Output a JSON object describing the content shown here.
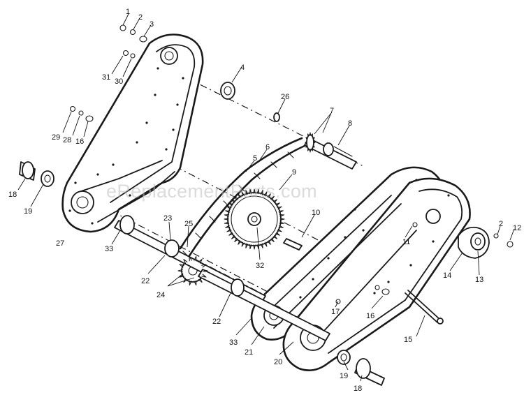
{
  "watermark": "eReplacementParts.com",
  "callouts": [
    {
      "label": "1"
    },
    {
      "label": "2"
    },
    {
      "label": "3"
    },
    {
      "label": "31"
    },
    {
      "label": "30"
    },
    {
      "label": "4"
    },
    {
      "label": "26"
    },
    {
      "label": "7"
    },
    {
      "label": "8"
    },
    {
      "label": "29"
    },
    {
      "label": "28"
    },
    {
      "label": "16"
    },
    {
      "label": "6"
    },
    {
      "label": "5"
    },
    {
      "label": "9"
    },
    {
      "label": "18"
    },
    {
      "label": "19"
    },
    {
      "label": "10"
    },
    {
      "label": "27"
    },
    {
      "label": "23"
    },
    {
      "label": "25"
    },
    {
      "label": "33"
    },
    {
      "label": "32"
    },
    {
      "label": "22"
    },
    {
      "label": "24"
    },
    {
      "label": "11"
    },
    {
      "label": "2"
    },
    {
      "label": "12"
    },
    {
      "label": "14"
    },
    {
      "label": "13"
    },
    {
      "label": "17"
    },
    {
      "label": "16"
    },
    {
      "label": "22"
    },
    {
      "label": "33"
    },
    {
      "label": "21"
    },
    {
      "label": "20"
    },
    {
      "label": "15"
    },
    {
      "label": "19"
    },
    {
      "label": "18"
    }
  ]
}
